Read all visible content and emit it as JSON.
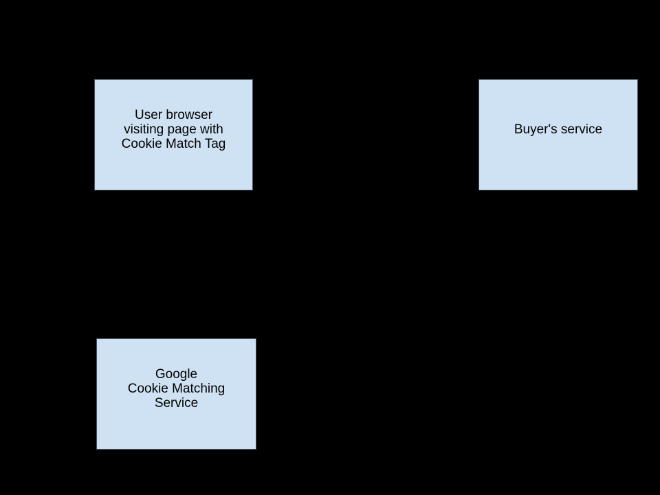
{
  "colors": {
    "background": "#000000",
    "node_fill": "#cfe2f3",
    "node_border": "#49535d",
    "text": "#000000"
  },
  "diagram": {
    "description": "Cookie matching flow diagram nodes on black background",
    "nodes": [
      {
        "id": "user-browser",
        "label": "User browser\nvisiting page with\nCookie Match Tag"
      },
      {
        "id": "buyers-service",
        "label": "Buyer's service"
      },
      {
        "id": "google-cookie-matching-service",
        "label": "Google\nCookie Matching\nService"
      }
    ]
  }
}
